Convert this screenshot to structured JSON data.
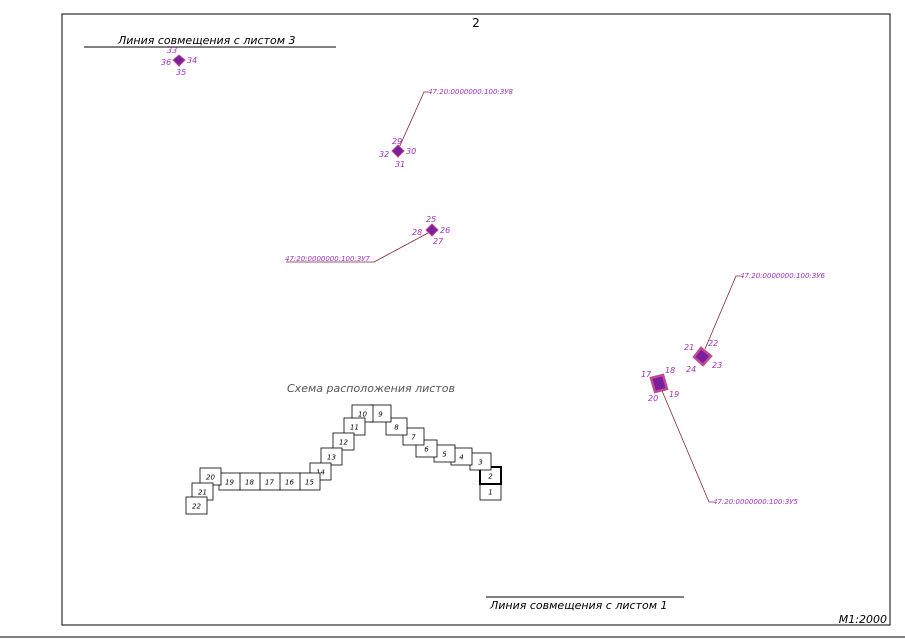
{
  "sheet": {
    "number": "2",
    "scale": "M1:2000",
    "top_match_line_label": "Линия совмещения с листом 3",
    "bottom_match_line_label": "Линия совмещения с листом 1"
  },
  "parcels": [
    {
      "cadastral_number": "47:20:0000000:100:ЗУ8",
      "points": [
        "29",
        "30",
        "31",
        "32"
      ]
    },
    {
      "cadastral_number": "47:20:0000000:100:ЗУ7",
      "points": [
        "25",
        "26",
        "27",
        "28"
      ]
    },
    {
      "cadastral_number": "47:20:0000000:100:ЗУ6",
      "points": [
        "21",
        "22",
        "23",
        "24"
      ]
    },
    {
      "cadastral_number": "47:20:0000000:100:ЗУ5",
      "points": [
        "17",
        "18",
        "19",
        "20"
      ]
    }
  ],
  "top_parcel_points": [
    "33",
    "34",
    "35",
    "36"
  ],
  "key_map": {
    "title": "Схема расположения листов",
    "sheets": [
      "1",
      "2",
      "3",
      "4",
      "5",
      "6",
      "7",
      "8",
      "9",
      "10",
      "11",
      "12",
      "13",
      "14",
      "15",
      "16",
      "17",
      "18",
      "19",
      "20",
      "21",
      "22"
    ],
    "current_sheet": "2"
  },
  "colors": {
    "frame": "#000000",
    "annotation": "#a030c0",
    "leader": "#7a2a3a",
    "parcel_fill": "#7a1fa0",
    "parcel_outline": "#c04a8a",
    "key_title": "#555555"
  }
}
